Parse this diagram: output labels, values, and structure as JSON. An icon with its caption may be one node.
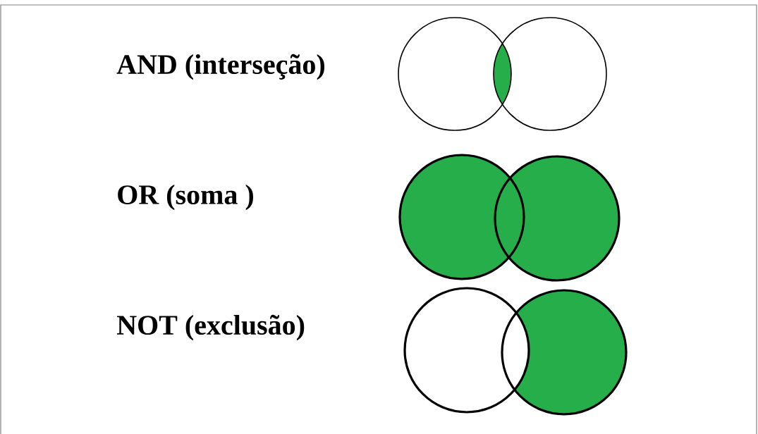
{
  "diagram": {
    "labels": [
      "AND (interseção)",
      "OR (soma )",
      "NOT (exclusão)"
    ]
  }
}
